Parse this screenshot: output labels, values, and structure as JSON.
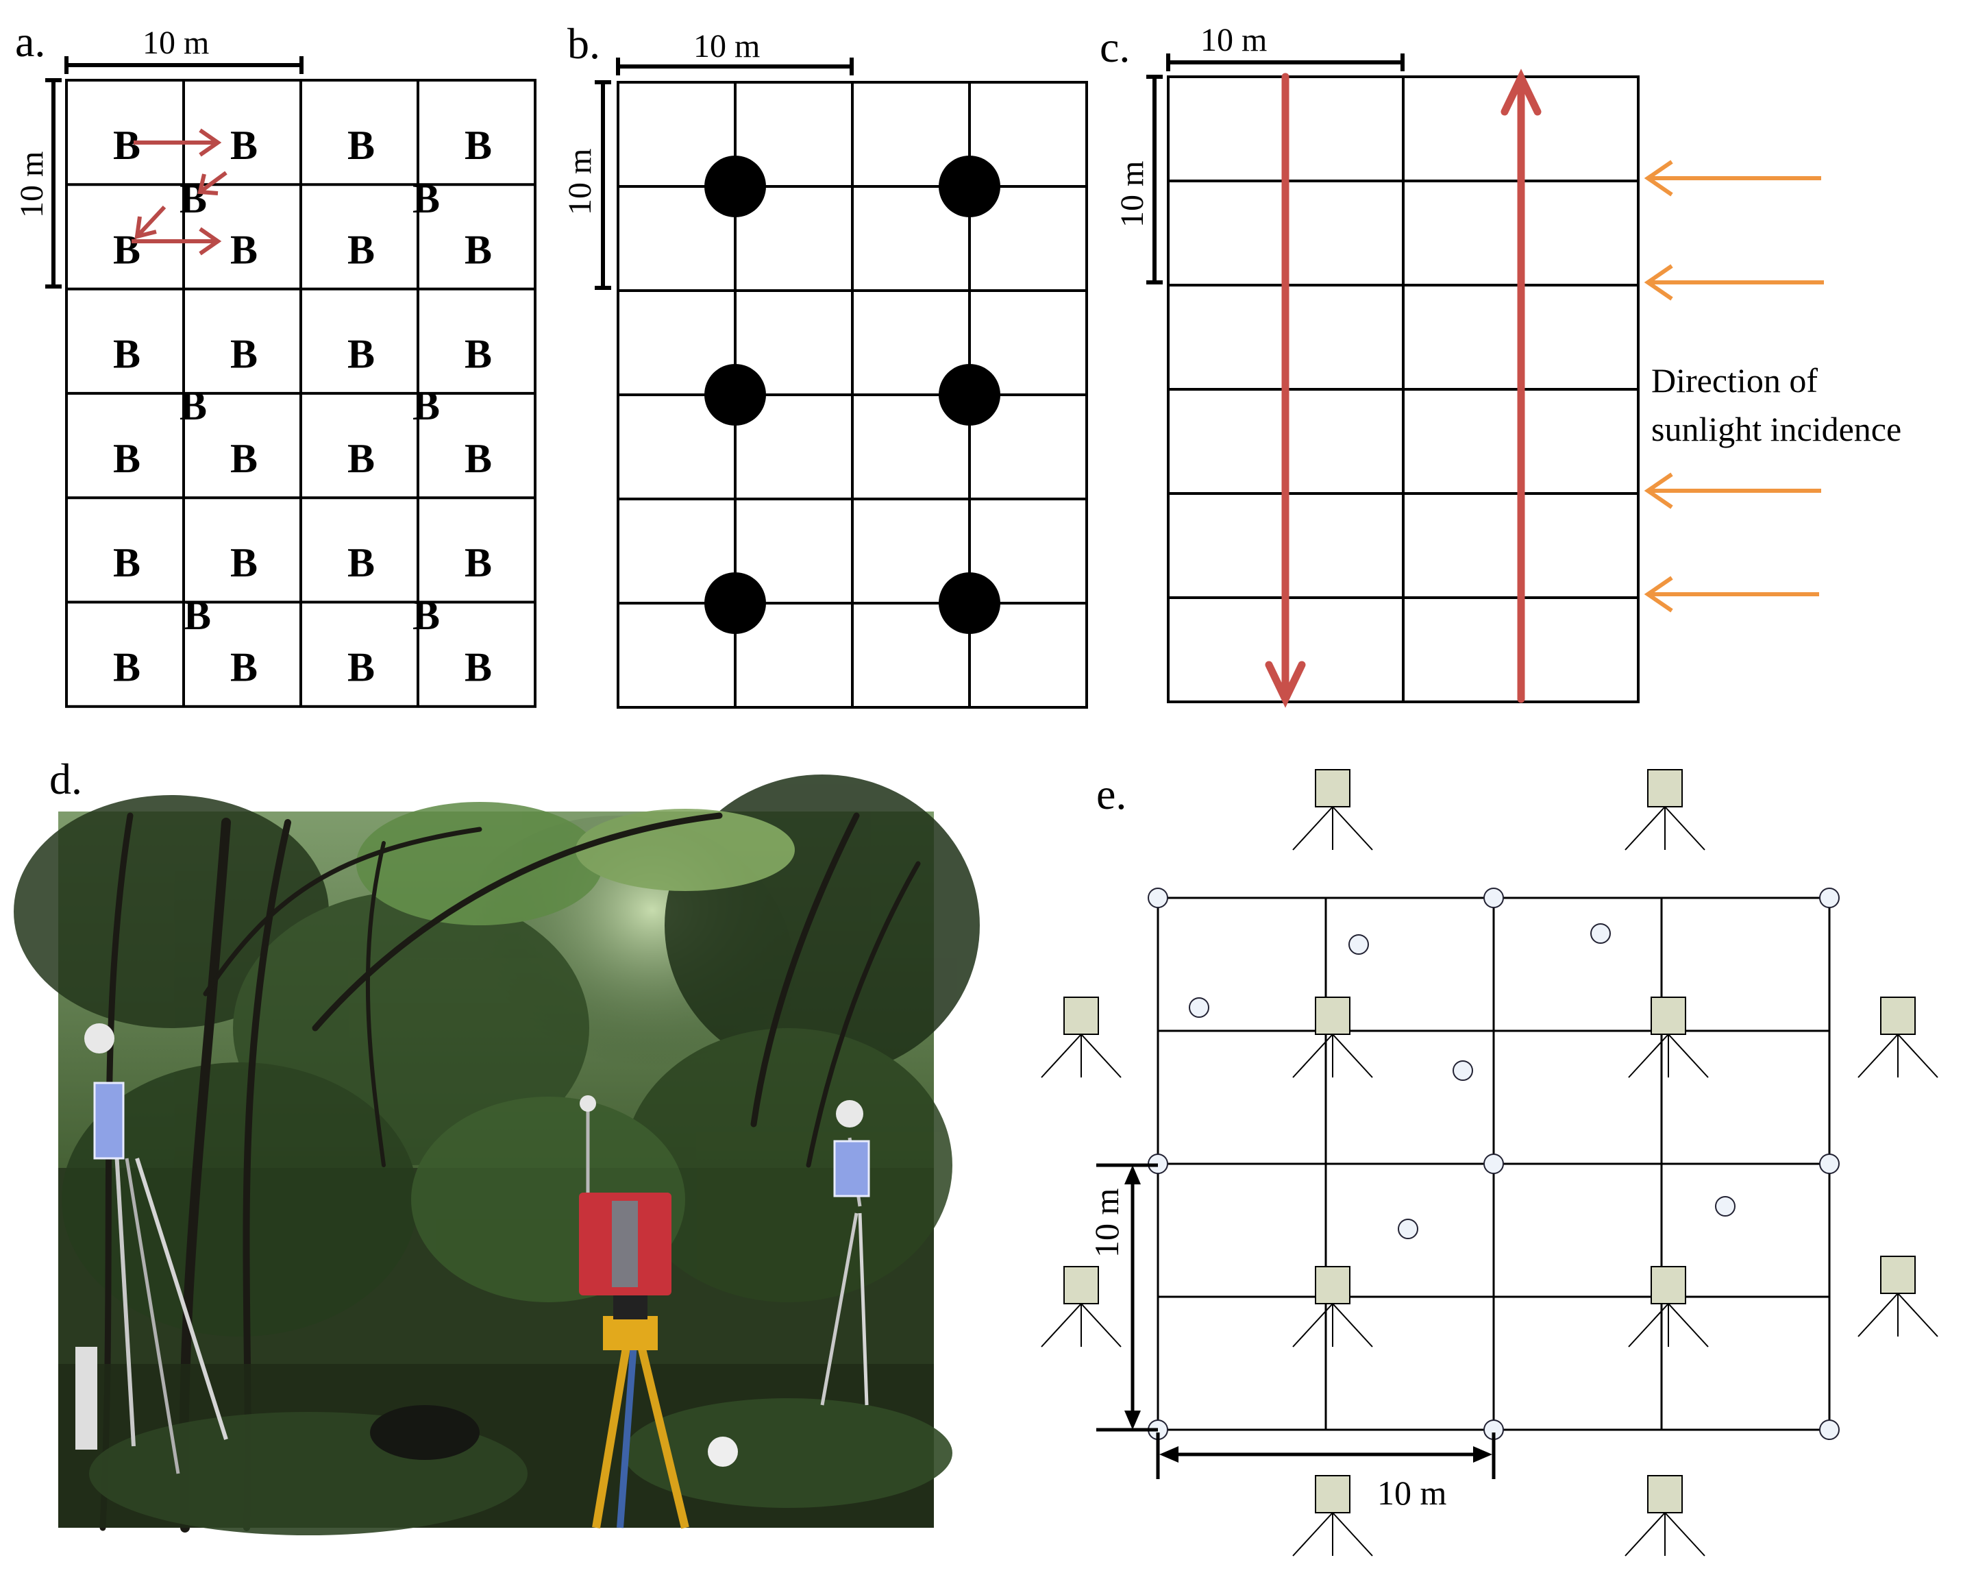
{
  "panel_a": {
    "label": "a.",
    "scale_h": "10 m",
    "scale_v": "10 m",
    "grid_letter": "B",
    "arrow_color": "#b94a48"
  },
  "panel_b": {
    "label": "b.",
    "scale_h": "10 m",
    "scale_v": "10 m"
  },
  "panel_c": {
    "label": "c.",
    "scale_h": "10 m",
    "scale_v": "10 m",
    "sunlight_line1": "Direction of",
    "sunlight_line2": "sunlight incidence",
    "route_color": "#c8504a",
    "sun_arrow_color": "#f0953f"
  },
  "panel_d": {
    "label": "d."
  },
  "panel_e": {
    "label": "e.",
    "scale_h": "10 m",
    "scale_v": "10 m",
    "scanner_fill": "#d9dcc4",
    "target_fill": "#eef3fa"
  }
}
